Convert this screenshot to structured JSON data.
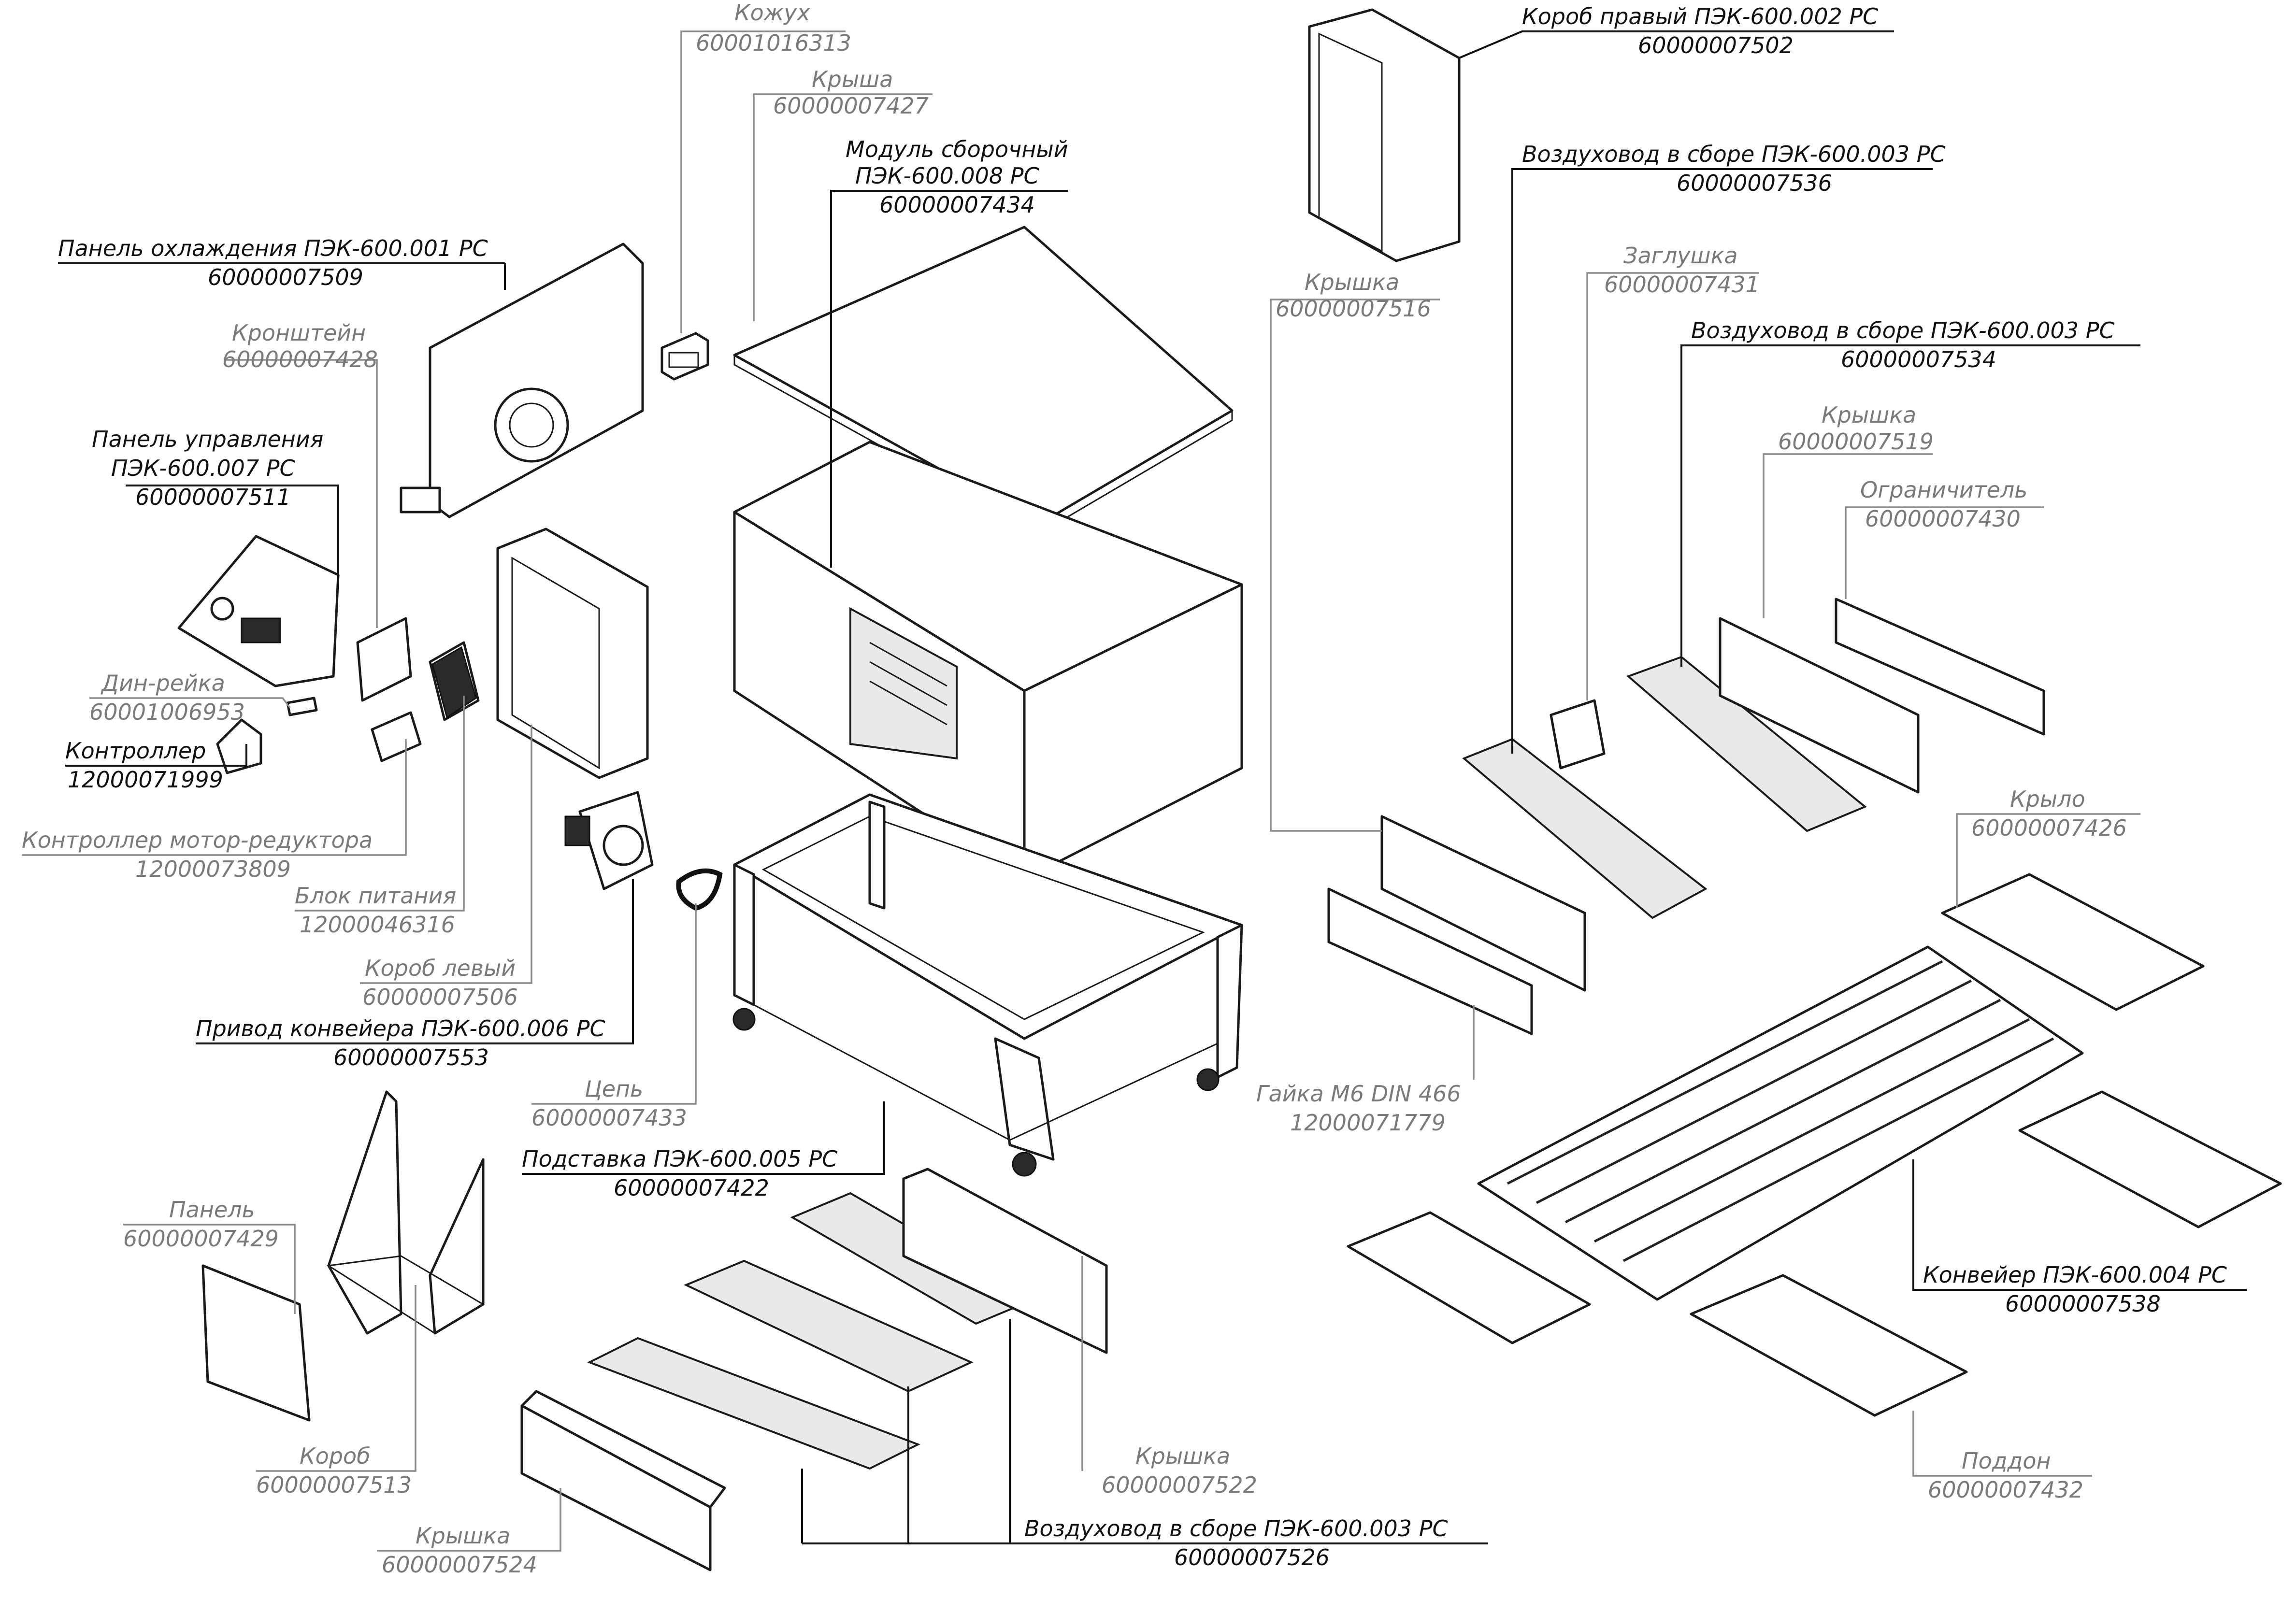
{
  "labels": {
    "kozhukh": {
      "name": "Кожух",
      "code": "60001016313"
    },
    "krysha": {
      "name": "Крыша",
      "code": "60000007427"
    },
    "modul": {
      "name1": "Модуль сборочный",
      "name2": "ПЭК-600.008 РС",
      "code": "60000007434"
    },
    "panel_okhl": {
      "name": "Панель охлаждения ПЭК-600.001 РС",
      "code": "60000007509"
    },
    "kronshtein": {
      "name": "Кронштейн",
      "code": "60000007428"
    },
    "panel_upr": {
      "name1": "Панель управления",
      "name2": "ПЭК-600.007 РС",
      "code": "60000007511"
    },
    "din": {
      "name": "Дин-рейка",
      "code": "60001006953"
    },
    "kontroller": {
      "name": "Контроллер",
      "code": "12000071999"
    },
    "kontr_motor": {
      "name": "Контроллер мотор-редуктора",
      "code": "12000073809"
    },
    "blok": {
      "name": "Блок питания",
      "code": "12000046316"
    },
    "korob_levyi": {
      "name": "Короб левый",
      "code": "60000007506"
    },
    "privod": {
      "name": "Привод конвейера ПЭК-600.006 РС",
      "code": "60000007553"
    },
    "tsep": {
      "name": "Цепь",
      "code": "60000007433"
    },
    "podstavka": {
      "name": "Подставка ПЭК-600.005 РС",
      "code": "60000007422"
    },
    "panel": {
      "name": "Панель",
      "code": "60000007429"
    },
    "korob": {
      "name": "Короб",
      "code": "60000007513"
    },
    "kryshka_7524": {
      "name": "Крышка",
      "code": "60000007524"
    },
    "kryshka_7522": {
      "name": "Крышка",
      "code": "60000007522"
    },
    "vozd_7526": {
      "name": "Воздуховод в сборе ПЭК-600.003 РС",
      "code": "60000007526"
    },
    "korob_pravyi": {
      "name": "Короб правый ПЭК-600.002 РС",
      "code": "60000007502"
    },
    "vozd_7536": {
      "name": "Воздуховод в сборе ПЭК-600.003 РС",
      "code": "60000007536"
    },
    "kryshka_7516": {
      "name": "Крышка",
      "code": "60000007516"
    },
    "zaglushka": {
      "name": "Заглушка",
      "code": "60000007431"
    },
    "vozd_7534": {
      "name": "Воздуховод в сборе ПЭК-600.003 РС",
      "code": "60000007534"
    },
    "kryshka_7519": {
      "name": "Крышка",
      "code": "60000007519"
    },
    "ogranichitel": {
      "name": "Ограничитель",
      "code": "60000007430"
    },
    "krylo": {
      "name": "Крыло",
      "code": "60000007426"
    },
    "gaika": {
      "name": "Гайка М6 DIN 466",
      "code": "12000071779"
    },
    "konveier": {
      "name": "Конвейер ПЭК-600.004 РС",
      "code": "60000007538"
    },
    "poddon": {
      "name": "Поддон",
      "code": "60000007432"
    }
  }
}
